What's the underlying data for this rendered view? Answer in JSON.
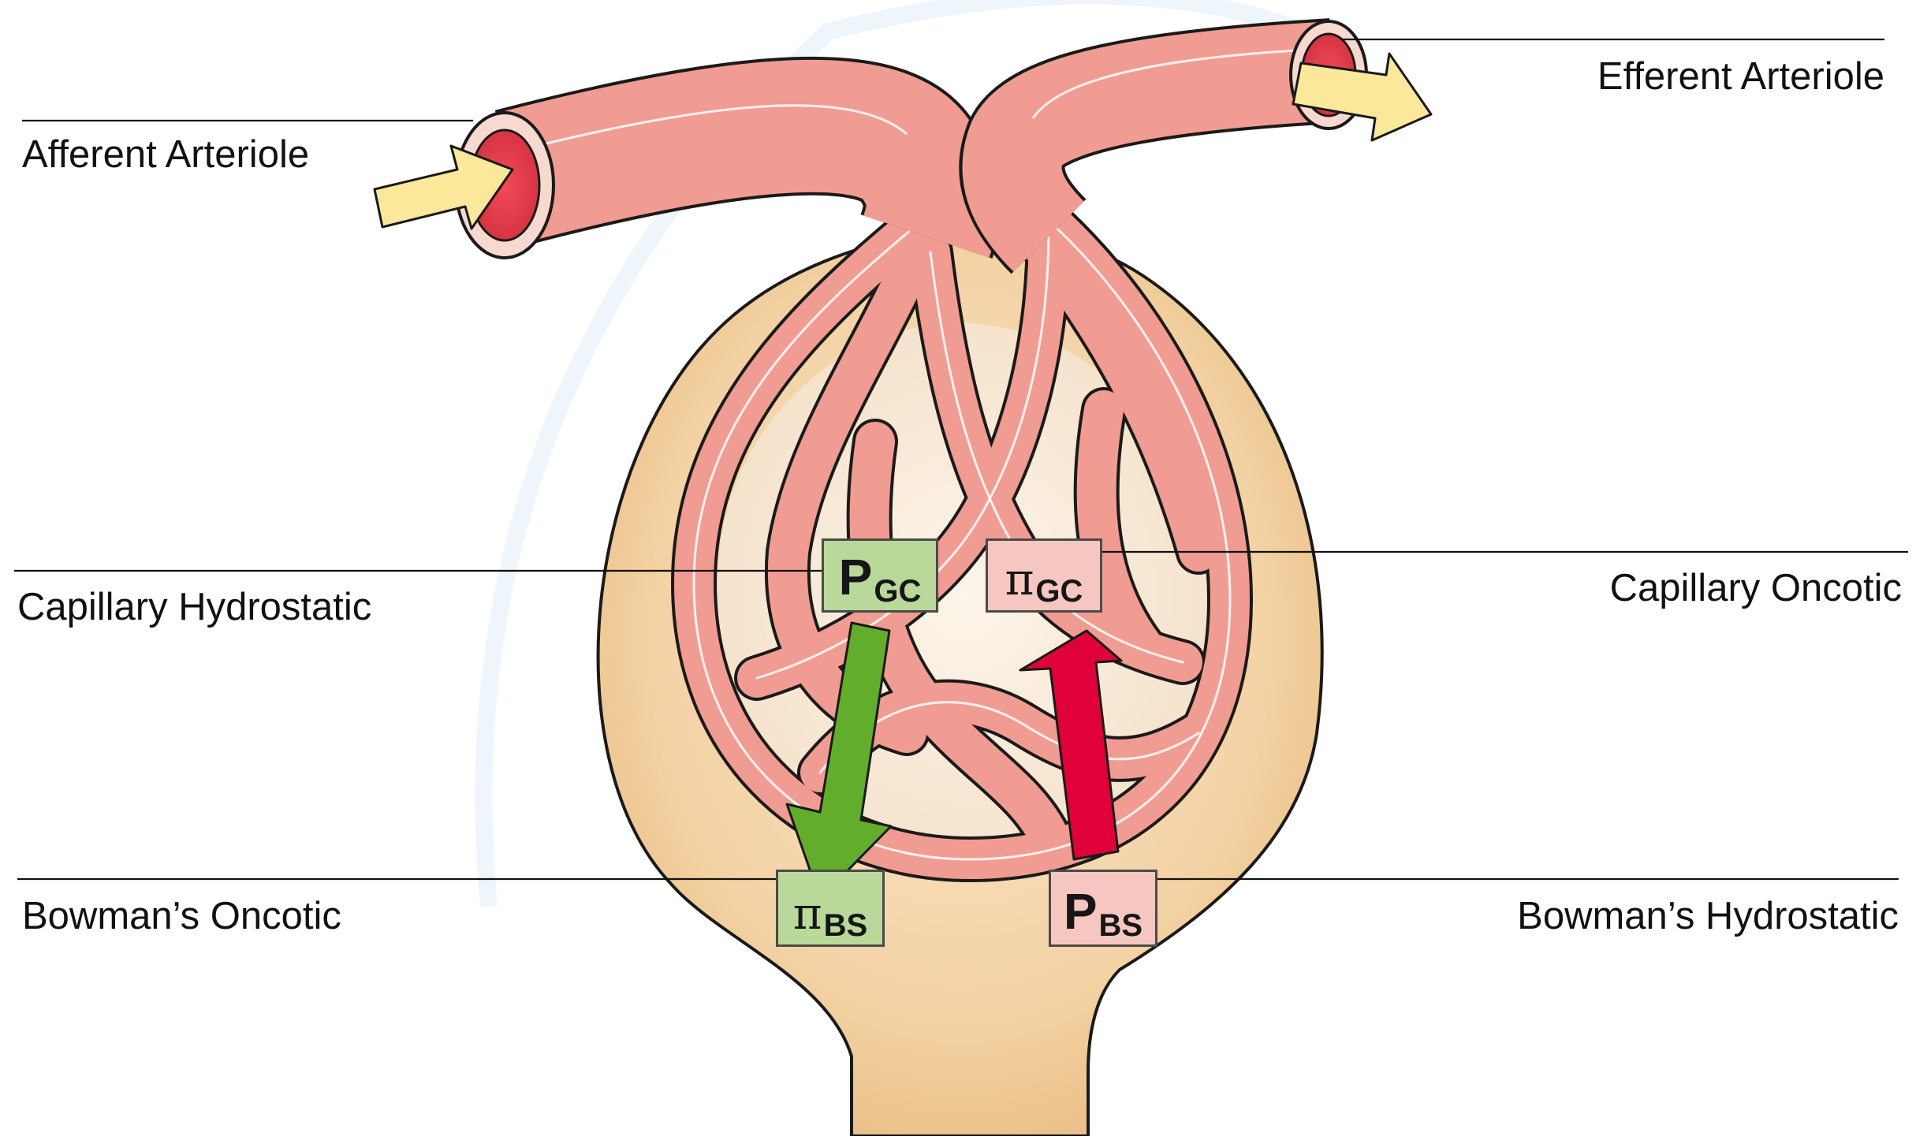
{
  "labels": {
    "afferent": "Afferent Arteriole",
    "efferent": "Efferent Arteriole",
    "cap_hydro": "Capillary Hydrostatic",
    "cap_onco": "Capillary Oncotic",
    "bow_onco": "Bowman’s Oncotic",
    "bow_hydro": "Bowman’s Hydrostatic"
  },
  "boxes": {
    "pgc": {
      "symbol": "P",
      "sub": "GC"
    },
    "pigc": {
      "symbol": "π",
      "sub": "GC"
    },
    "pibs": {
      "symbol": "π",
      "sub": "BS"
    },
    "pbs": {
      "symbol": "P",
      "sub": "BS"
    }
  },
  "colors": {
    "capsule": "#f3d2a4",
    "vessel": "#f09c92",
    "lumen": "#e6424f",
    "flow_arrow": "#fbe89a",
    "filtration_arrow": "#63ad2c",
    "opposing_arrow": "#e0003a",
    "green_box": "#b9d99a",
    "pink_box": "#f6c7c0"
  }
}
